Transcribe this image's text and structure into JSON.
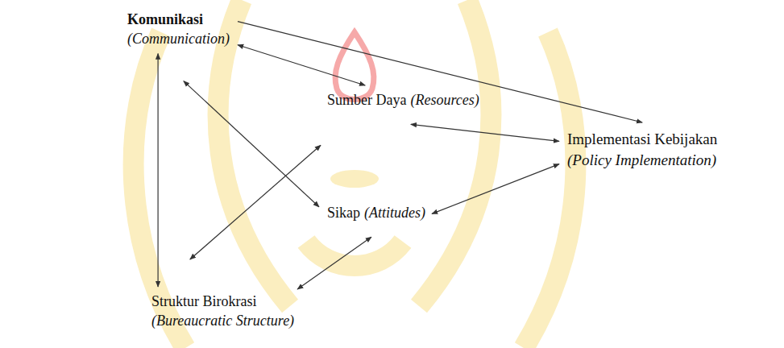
{
  "diagram": {
    "nodes": [
      {
        "text": [
          "Komunikasi",
          "(Communication)"
        ]
      },
      {
        "text": [
          "Sumber Daya",
          "(Resources)"
        ]
      },
      {
        "text": [
          "Implementasi Kebijakan",
          "(Policy Implementation)"
        ]
      },
      {
        "text": [
          "Sikap",
          "(Attitudes)"
        ]
      },
      {
        "text": [
          "Struktur Birokrasi",
          "(Bureaucratic Structure)"
        ]
      }
    ],
    "edges": [
      {
        "from": 0,
        "to": 1,
        "arrow": "both"
      },
      {
        "from": 0,
        "to": 2,
        "arrow": "to"
      },
      {
        "from": 0,
        "to": 4,
        "arrow": "both"
      },
      {
        "from": 0,
        "to": 3,
        "arrow": "both"
      },
      {
        "from": 4,
        "to": 1,
        "arrow": "both"
      },
      {
        "from": 1,
        "to": 2,
        "arrow": "both"
      },
      {
        "from": 2,
        "to": 3,
        "arrow": "both"
      },
      {
        "from": 3,
        "to": 4,
        "arrow": "both"
      }
    ]
  }
}
